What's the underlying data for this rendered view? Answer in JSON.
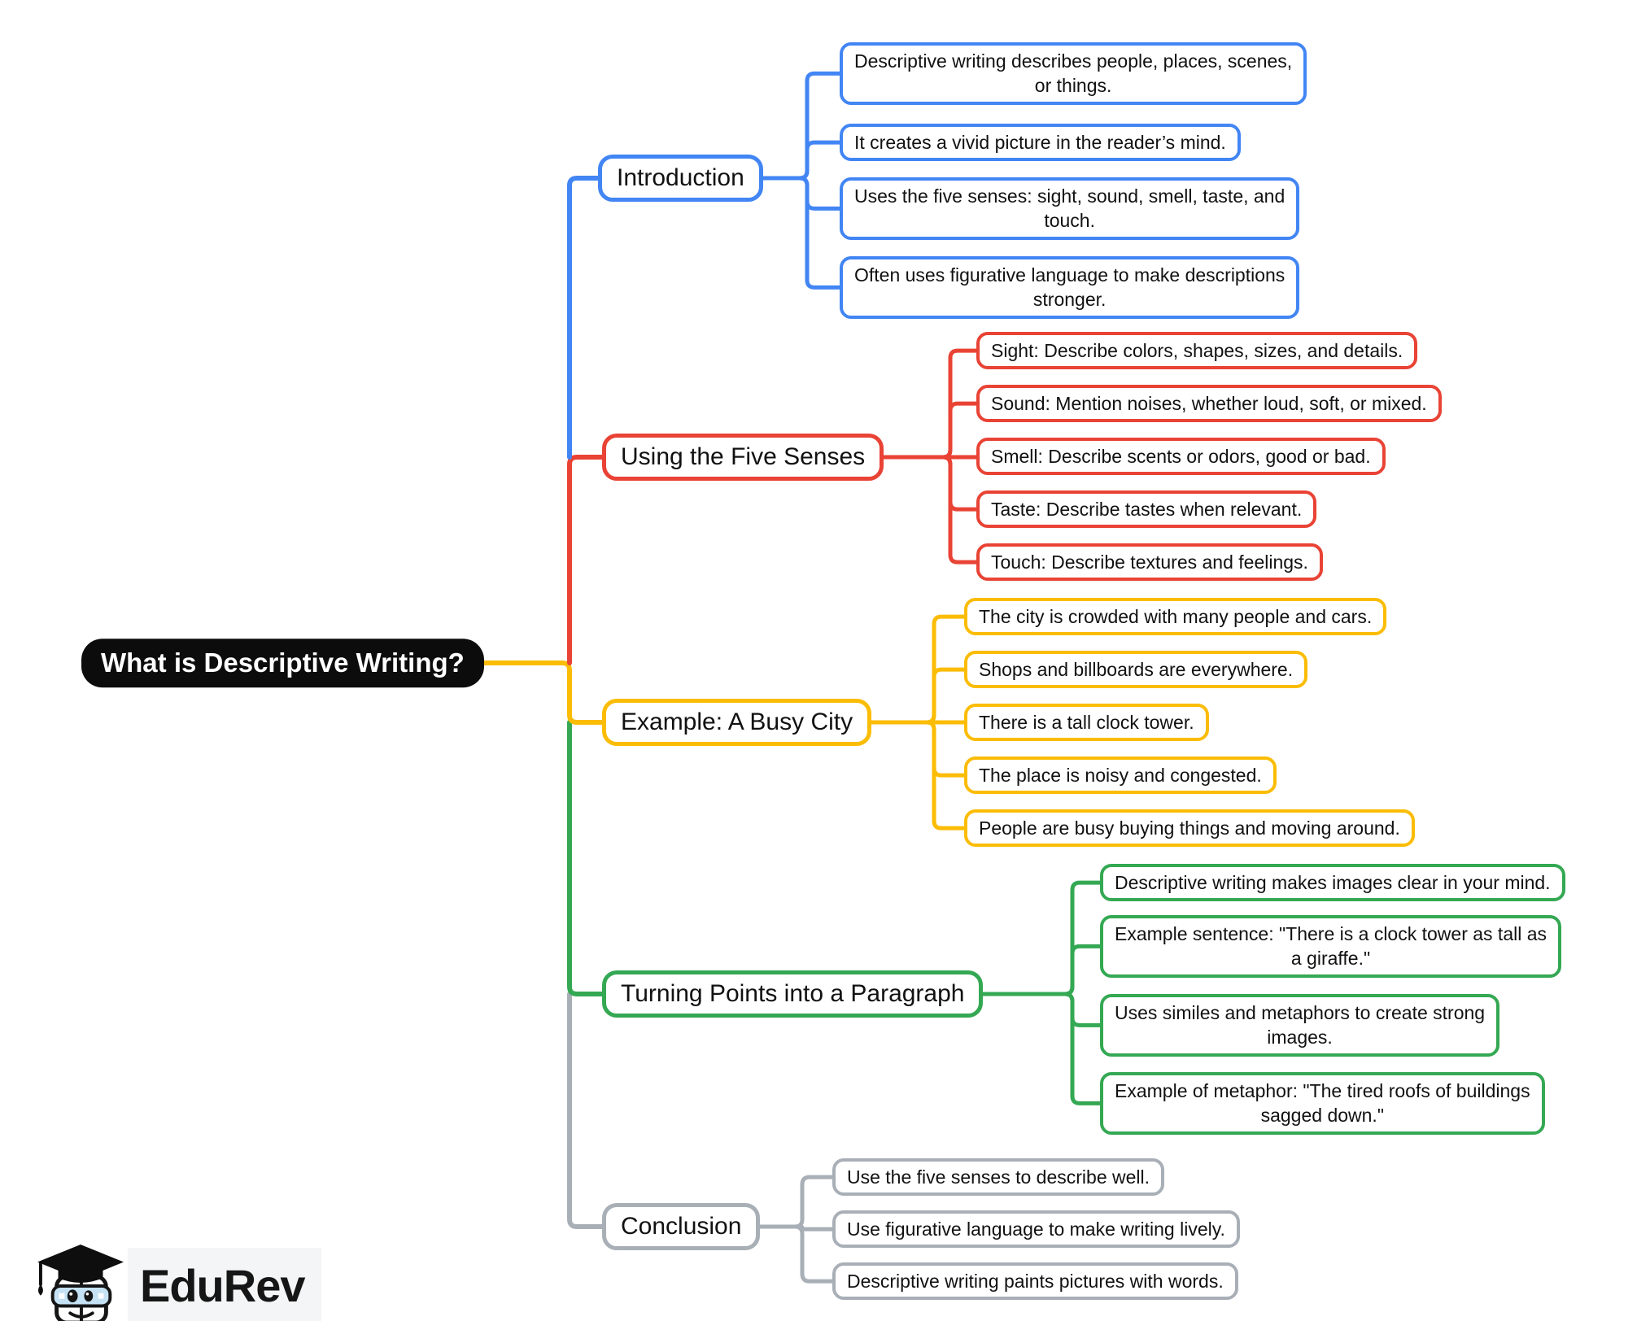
{
  "root": {
    "label": "What is Descriptive Writing?"
  },
  "branches": [
    {
      "id": "introduction",
      "label": "Introduction",
      "color": "#4285F4",
      "children": [
        "Descriptive writing describes people, places, scenes,\nor things.",
        "It creates a vivid picture in the reader’s mind.",
        "Uses the five senses: sight, sound, smell, taste, and\ntouch.",
        "Often uses figurative language to make descriptions\nstronger."
      ]
    },
    {
      "id": "five-senses",
      "label": "Using the Five Senses",
      "color": "#E94335",
      "children": [
        "Sight: Describe colors, shapes, sizes, and details.",
        "Sound: Mention noises, whether loud, soft, or mixed.",
        "Smell: Describe scents or odors, good or bad.",
        "Taste: Describe tastes when relevant.",
        "Touch: Describe textures and feelings."
      ]
    },
    {
      "id": "busy-city",
      "label": "Example: A Busy City",
      "color": "#FBBC05",
      "children": [
        "The city is crowded with many people and cars.",
        "Shops and billboards are everywhere.",
        "There is a tall clock tower.",
        "The place is noisy and congested.",
        "People are busy buying things and moving around."
      ]
    },
    {
      "id": "paragraph",
      "label": "Turning Points into a Paragraph",
      "color": "#34A853",
      "children": [
        "Descriptive writing makes images clear in your mind.",
        "Example sentence: \"There is a clock tower as tall as\na giraffe.\"",
        "Uses similes and metaphors to create strong\nimages.",
        "Example of metaphor: \"The tired roofs of buildings\nsagged down.\""
      ]
    },
    {
      "id": "conclusion",
      "label": "Conclusion",
      "color": "#A9AFB6",
      "children": [
        "Use the five senses to describe well.",
        "Use figurative language to make writing lively.",
        "Descriptive writing paints pictures with words."
      ]
    }
  ],
  "logo": {
    "text": "EduRev"
  },
  "colors": {
    "root_bg": "#0c0c0c",
    "root_text": "#ffffff",
    "branch_intro": "#4285F4",
    "branch_senses": "#E94335",
    "branch_example": "#FBBC05",
    "branch_paragraph": "#34A853",
    "branch_conclusion": "#A9AFB6"
  }
}
